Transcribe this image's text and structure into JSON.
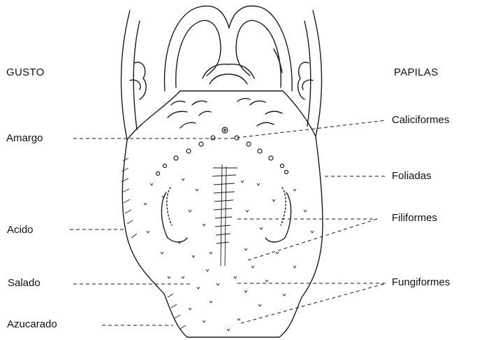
{
  "colors": {
    "ink": "#1a1a1a",
    "paper": "#ffffff"
  },
  "headers": {
    "left": "GUSTO",
    "right": "PAPILAS"
  },
  "gusto": [
    {
      "key": "amargo",
      "label": "Amargo"
    },
    {
      "key": "acido",
      "label": "Acido"
    },
    {
      "key": "salado",
      "label": "Salado"
    },
    {
      "key": "azucarado",
      "label": "Azucarado"
    }
  ],
  "papilas": [
    {
      "key": "caliciformes",
      "label": "Caliciformes"
    },
    {
      "key": "foliadas",
      "label": "Foliadas"
    },
    {
      "key": "filiformes",
      "label": "Filiformes"
    },
    {
      "key": "fungiformes",
      "label": "Fungiformes"
    }
  ]
}
